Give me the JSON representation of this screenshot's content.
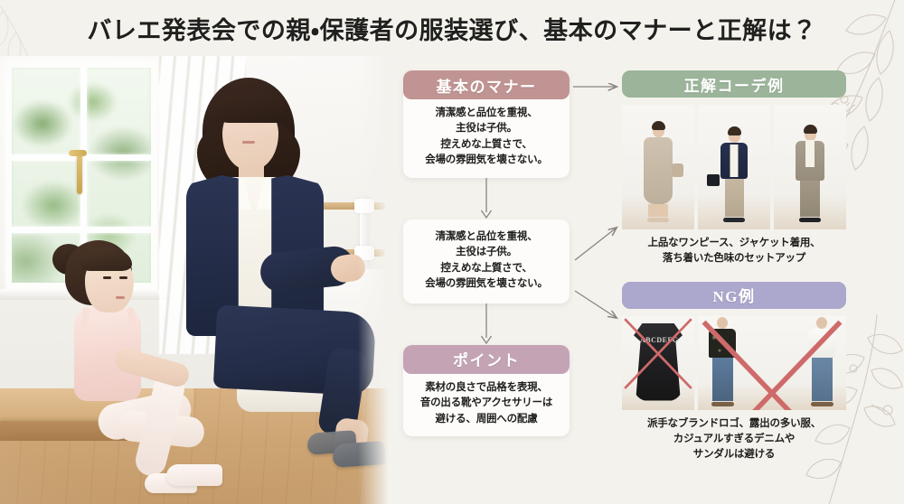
{
  "page": {
    "title": "バレエ発表会での親・保護者の服装選び、基本のマナーと正解は？",
    "background_color": "#f4f2ed"
  },
  "colors": {
    "header_manner": "#c09492",
    "header_point": "#c4a3b5",
    "header_correct": "#9cb49a",
    "header_ng": "#aca7cc",
    "x_mark": "#cf6a6a",
    "arrow": "#8a8581",
    "card_bg": "#fdfcfa",
    "text": "#1e1e1c"
  },
  "hero_photo": {
    "name": "mother-and-ballet-girl-photo",
    "description": "和室スタジオで床に座る母親とバレエ衣装の女の子"
  },
  "flow": {
    "manner_card": {
      "header": "基本のマナー",
      "lines": [
        "清潔感と品位を重視、",
        "主役は子供。",
        "控えめな上質さで、",
        "会場の雰囲気を壊さない。"
      ]
    },
    "middle_card": {
      "lines": [
        "清潔感と品位を重視、",
        "主役は子供。",
        "控えめな上質さで、",
        "会場の雰囲気を壊さない。"
      ]
    },
    "point_card": {
      "header": "ポイント",
      "lines": [
        "素材の良さで品格を表現、",
        "音の出る靴やアクセサリーは",
        "避ける、周囲への配慮"
      ]
    }
  },
  "right_column": {
    "correct_panel": {
      "header": "正解コーデ例",
      "thumbnails": [
        "ベージュのワンピース姿の女性",
        "ネイビージャケットとパンツの女性",
        "グレーのセットアップ姿の男性"
      ],
      "caption_lines": [
        "上品なワンピース、ジャケット着用、",
        "落ち着いた色味のセットアップ"
      ]
    },
    "ng_panel": {
      "header": "NG例",
      "thumbnails": [
        "ロゴ入り黒のカジュアルワンピース",
        "アロハシャツとデニム・サンダルの男性2名"
      ],
      "caption_lines": [
        "派手なブランドロゴ、露出の多い服、",
        "カジュアルすぎるデニムや",
        "サンダルは避ける"
      ]
    }
  },
  "decorations": {
    "botanical_top_right": "botanical-branch-icon",
    "botanical_bottom_right": "botanical-branch-icon",
    "botanical_top_left": "botanical-leaf-icon"
  }
}
